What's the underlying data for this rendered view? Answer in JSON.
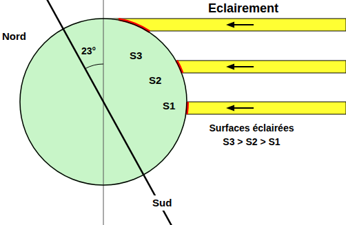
{
  "diagram": {
    "title": "Eclairement",
    "nodes": [
      {
        "text": [
          "23°",
          "S3",
          "S2",
          "S1"
        ]
      }
    ],
    "labels": [
      "Nord",
      "Sud",
      "Surfaces éclairées S3 > S2 > S1"
    ]
  }
}
